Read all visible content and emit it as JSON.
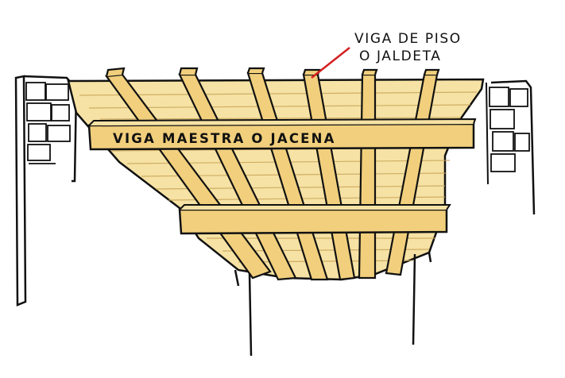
{
  "labels": {
    "main_beam": "VIGA MAESTRA O JACENA",
    "floor_beam_line1": "VIGA DE PISO",
    "floor_beam_line2": "O JALDETA"
  },
  "colors": {
    "wood_fill": "#F6E2A4",
    "wood_plank": "#F3D998",
    "beam_fill": "#F1CF7C",
    "ink": "#111111",
    "callout": "#D42020",
    "background": "#FFFFFF"
  }
}
